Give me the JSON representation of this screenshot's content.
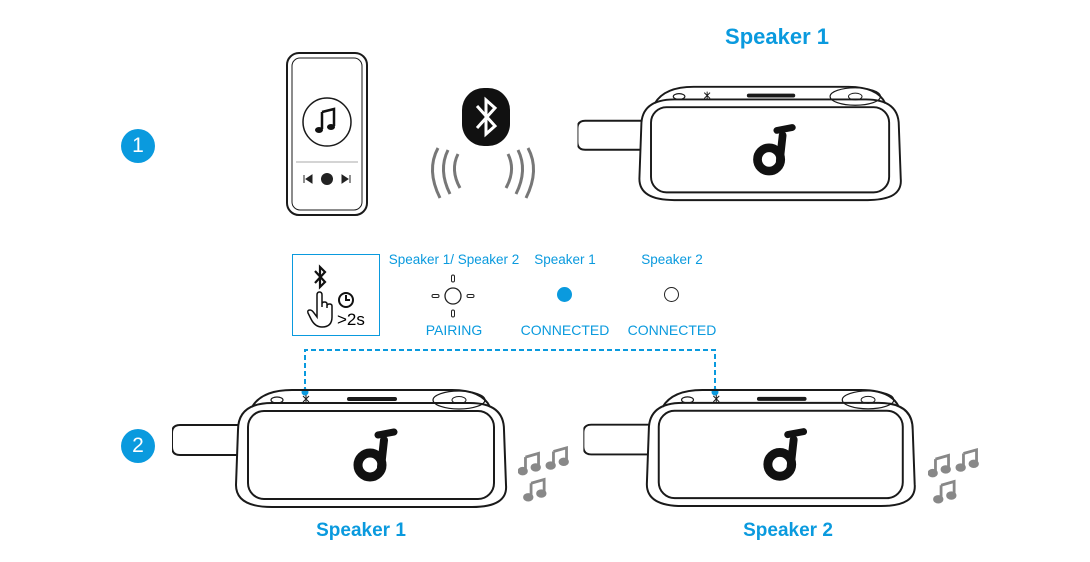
{
  "colors": {
    "accent": "#0a9ade",
    "line": "#1a1a1a",
    "wave": "#777777"
  },
  "steps": [
    "1",
    "2"
  ],
  "top": {
    "speaker_title": "Speaker 1"
  },
  "phone": {
    "icon": "music-note-icon"
  },
  "instruction": {
    "icon": "bluetooth-press-hold-icon",
    "duration": ">2s"
  },
  "led_states": [
    {
      "speaker": "Speaker 1/ Speaker 2",
      "state": "PAIRING",
      "indicator": "blinking"
    },
    {
      "speaker": "Speaker 1",
      "state": "CONNECTED",
      "indicator": "solid-blue"
    },
    {
      "speaker": "Speaker 2",
      "state": "CONNECTED",
      "indicator": "solid-white"
    }
  ],
  "bottom": {
    "speaker1_title": "Speaker 1",
    "speaker2_title": "Speaker 2"
  },
  "brand": "soundcore"
}
